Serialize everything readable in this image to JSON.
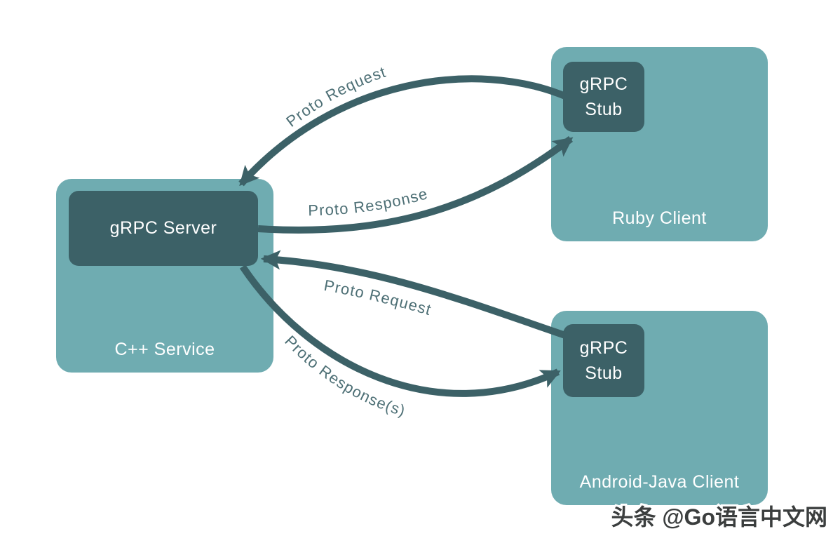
{
  "colors": {
    "background": "#ffffff",
    "node_fill": "#6FACB1",
    "node_inner_fill": "#3C6167",
    "arrow": "#3C6167",
    "edge_label_text": "#4D6F75",
    "node_text": "#ffffff",
    "watermark_fill": "#3B3E3E",
    "watermark_outline": "#ffffff"
  },
  "nodes": {
    "cpp_service": {
      "label": "C++ Service",
      "inner": "gRPC Server"
    },
    "ruby_client": {
      "label": "Ruby Client",
      "inner": "gRPC Stub"
    },
    "android_client": {
      "label": "Android-Java Client",
      "inner": "gRPC Stub"
    }
  },
  "edges": {
    "request_top": {
      "label": "Proto Request",
      "from": "ruby_client.stub",
      "to": "cpp_service.server"
    },
    "response_top": {
      "label": "Proto Response",
      "from": "cpp_service.server",
      "to": "ruby_client.stub"
    },
    "request_bottom": {
      "label": "Proto Request",
      "from": "android_client.stub",
      "to": "cpp_service.server"
    },
    "response_bottom": {
      "label": "Proto Response(s)",
      "from": "cpp_service.server",
      "to": "android_client.stub"
    }
  },
  "watermark": {
    "text": "头条 @Go语言中文网"
  }
}
